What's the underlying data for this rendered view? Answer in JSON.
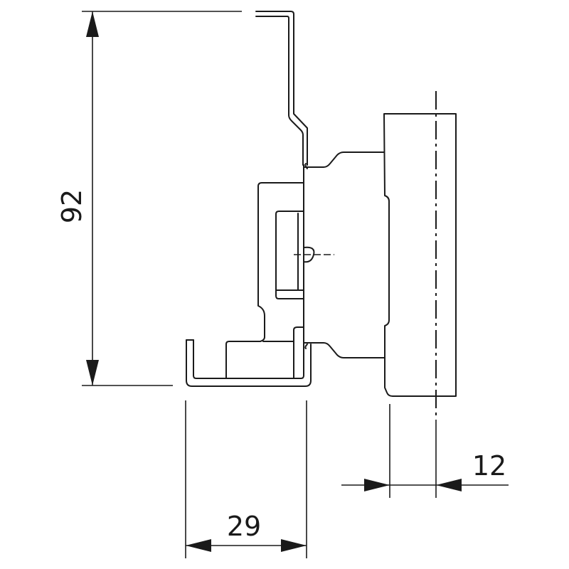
{
  "dimensions": {
    "height": {
      "label": "92"
    },
    "depth": {
      "label": "29"
    },
    "offset": {
      "label": "12"
    }
  },
  "colors": {
    "line": "#1a1a1a",
    "background": "#ffffff"
  }
}
